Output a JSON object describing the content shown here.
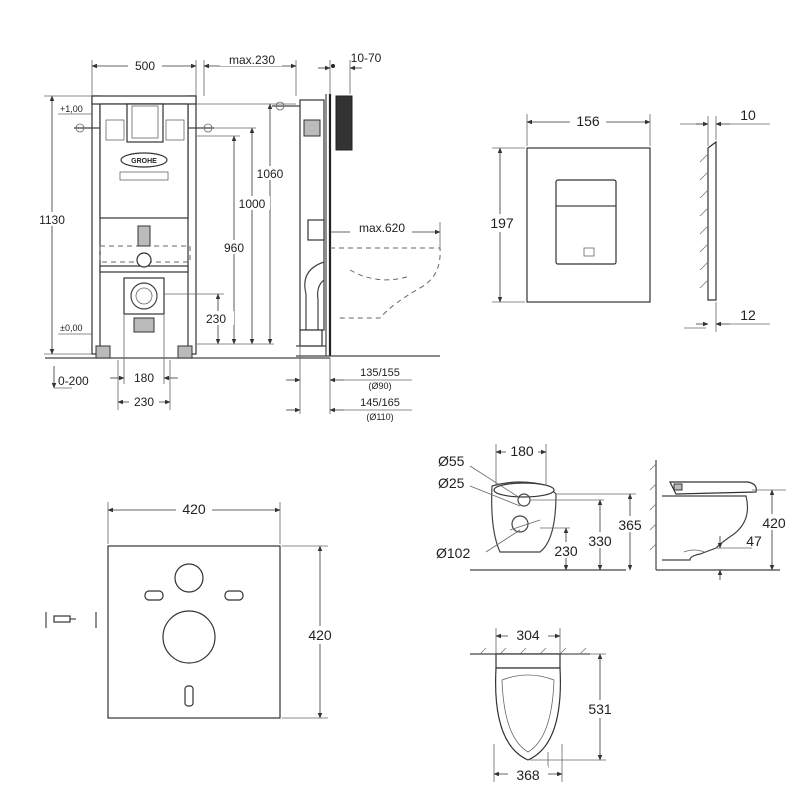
{
  "frame": {
    "width": "500",
    "height": "1130",
    "depth_max": "max.230",
    "wall_range": "10-70",
    "brand": "GROHE"
  },
  "levels": {
    "top": "+1,00",
    "bottom": "±0,00"
  },
  "frame_dims": {
    "h1060": "1060",
    "h1000": "1000",
    "h960": "960",
    "h230": "230",
    "range_0_200": "0-200",
    "w180": "180",
    "w230": "230",
    "max620": "max.620"
  },
  "pipe_dims": {
    "a_label": "135/155",
    "a_sub": "(Ø90)",
    "b_label": "145/165",
    "b_sub": "(Ø110)"
  },
  "plate": {
    "width": "156",
    "height": "197",
    "thickness_top": "10",
    "thickness_bottom": "12"
  },
  "mat": {
    "width": "420",
    "height": "420"
  },
  "bowl_side": {
    "d55": "Ø55",
    "d25": "Ø25",
    "d102": "Ø102",
    "w180": "180",
    "h365": "365",
    "h330": "330",
    "h230": "230"
  },
  "bowl_profile": {
    "h420": "420",
    "h47": "47"
  },
  "bowl_top": {
    "width_top": "304",
    "length": "531",
    "width_bottom": "368"
  }
}
